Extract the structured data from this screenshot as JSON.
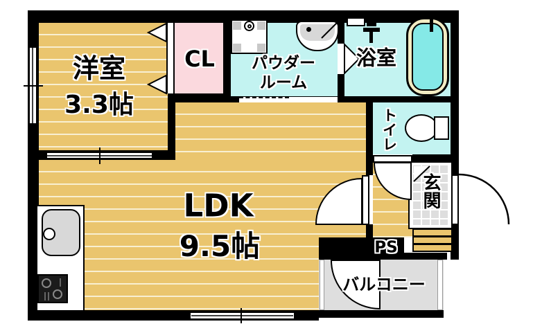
{
  "rooms": {
    "yoshitsu": {
      "name": "洋室",
      "size": "3.3帖"
    },
    "cl": {
      "name": "CL"
    },
    "powder": {
      "line1": "パウダー",
      "line2": "ルーム"
    },
    "bath": {
      "name": "浴室"
    },
    "toilet": {
      "name": "トイレ"
    },
    "genkan": {
      "name": "玄関"
    },
    "ldk": {
      "name": "LDK",
      "size": "9.5帖"
    },
    "ps": {
      "name": "PS"
    },
    "balcony": {
      "name": "バルコニー"
    }
  },
  "fixtures": {
    "washer_pan": "washing-machine-pan",
    "basin": "wash-basin",
    "bathtub": "bathtub",
    "shower": "shower-mixer",
    "toilet_bowl": "toilet",
    "kitchen_sink": "kitchen-sink",
    "stove": "gas-stove",
    "steps": "entrance-steps"
  },
  "colors": {
    "wall": "#000000",
    "wood_floor": "#EAC56E",
    "floor_line": "#F8EFD2",
    "closet_pink": "#FBD9DE",
    "wet_area_cyan": "#C3F3F1",
    "bath_water": "#85E9E7",
    "tub_rim": "#F2ECC3",
    "tile_gray": "#DEDEDE",
    "fixture_gray": "#D8D8D8"
  }
}
